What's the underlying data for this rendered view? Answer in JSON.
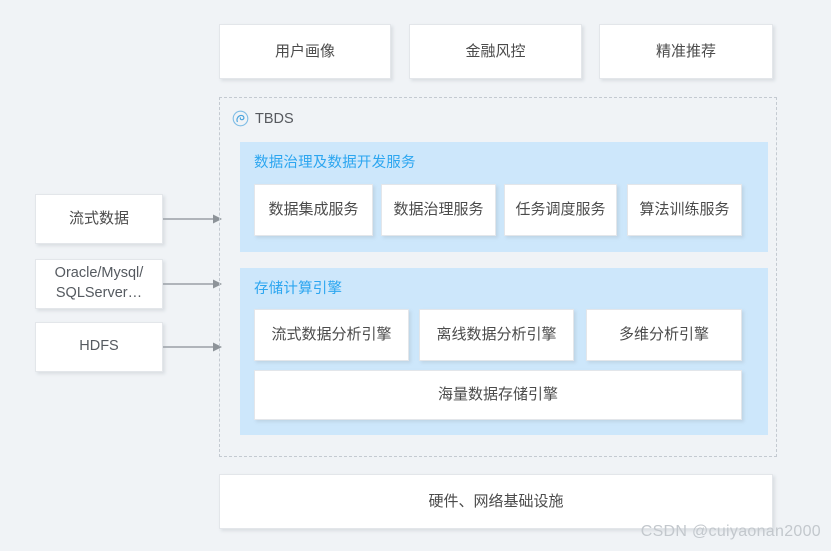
{
  "background_color": "#f0f3f6",
  "accent_color": "#2ca6f0",
  "panel_color": "#cde7fb",
  "applications": {
    "items": [
      {
        "label": "用户画像"
      },
      {
        "label": "金融风控"
      },
      {
        "label": "精准推荐"
      }
    ]
  },
  "data_sources": {
    "items": [
      {
        "label": "流式数据"
      },
      {
        "label_line1": "Oracle/Mysql/",
        "label_line2": "SQLServer…"
      },
      {
        "label": "HDFS"
      }
    ]
  },
  "tbds": {
    "title": "TBDS",
    "icon": "tbds-logo-icon",
    "panels": [
      {
        "title": "数据治理及数据开发服务",
        "items": [
          {
            "label": "数据集成服务"
          },
          {
            "label": "数据治理服务"
          },
          {
            "label": "任务调度服务"
          },
          {
            "label": "算法训练服务"
          }
        ]
      },
      {
        "title": "存储计算引擎",
        "items": [
          {
            "label": "流式数据分析引擎"
          },
          {
            "label": "离线数据分析引擎"
          },
          {
            "label": "多维分析引擎"
          }
        ],
        "full_width_item": {
          "label": "海量数据存储引擎"
        }
      }
    ]
  },
  "infrastructure": {
    "label": "硬件、网络基础设施"
  },
  "watermark": {
    "text": "CSDN @cuiyaonan2000"
  }
}
